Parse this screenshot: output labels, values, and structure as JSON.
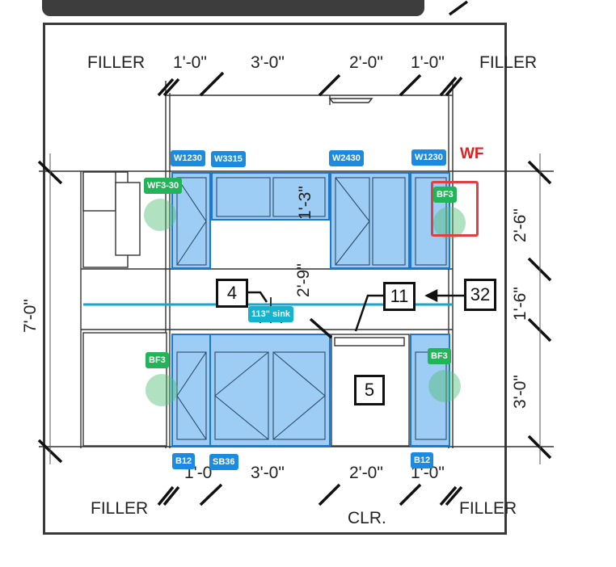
{
  "dimensions": {
    "top_filler_left": "FILLER",
    "top_filler_right": "FILLER",
    "top_w1": "1'-0\"",
    "top_w2": "3'-0\"",
    "top_w3": "2'-0\"",
    "top_w4": "1'-0\"",
    "bottom_filler_left": "FILLER",
    "bottom_filler_right": "FILLER",
    "bottom_w1": "1'-0\"",
    "bottom_w2": "3'-0\"",
    "bottom_w3": "2'-0\"",
    "bottom_w4": "1'-0\"",
    "clearance": "CLR.",
    "overall_height": "7'-0\"",
    "upper_height": "2'-6\"",
    "splash_height": "1'-6\"",
    "base_height": "3'-0\"",
    "gap_height": "2'-9\"",
    "upper_small": "1'-3\""
  },
  "callouts": {
    "c4": "4",
    "c11": "11",
    "c32": "32",
    "c5": "5"
  },
  "badges": {
    "w1230_left": "W1230",
    "w3315": "W3315",
    "w2430": "W2430",
    "w1230_right": "W1230",
    "wf3_30": "WF3-30",
    "bf3_upper": "BF3",
    "bf3_left": "BF3",
    "bf3_right": "BF3",
    "sink": "113\" sink",
    "b12_left": "B12",
    "sb36": "SB36",
    "b12_right": "B12"
  },
  "wf_label": "WF",
  "colors": {
    "cabinet_fill": "#9dcdf5",
    "cabinet_stroke": "#1b78d0",
    "badge_blue": "#1a8be0",
    "badge_green": "#23b45a",
    "badge_cyan": "#13b4d0",
    "accent_red": "#e02020",
    "counter_line": "#1aa6c8"
  }
}
